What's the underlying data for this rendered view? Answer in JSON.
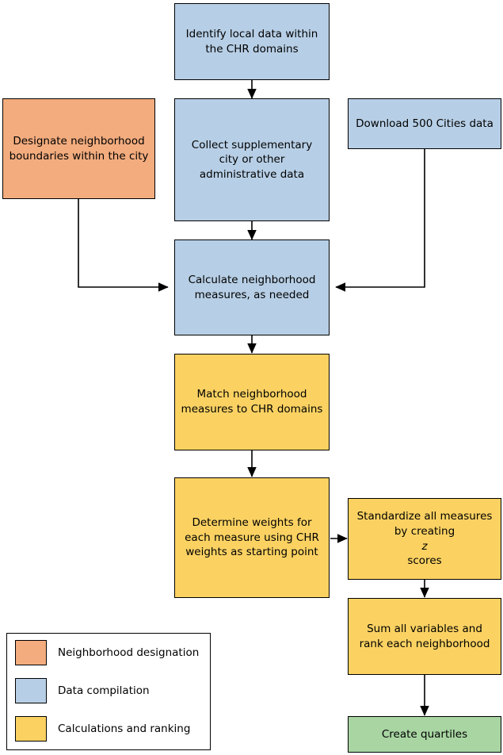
{
  "diagram": {
    "type": "flowchart",
    "colors": {
      "neighborhood_designation": "#F3AC7E",
      "data_compilation": "#B7CFE6",
      "calculations_and_ranking": "#FBD262",
      "final_output": "#A8D5A2",
      "stroke": "#000000",
      "background": "#FFFFFF"
    },
    "nodes": [
      {
        "id": "identify-local-data",
        "label": "Identify local data within the CHR domains",
        "category": "data_compilation"
      },
      {
        "id": "designate-neighborhood-boundaries",
        "label": "Designate neighborhood boundaries within the city",
        "category": "neighborhood_designation"
      },
      {
        "id": "collect-supplementary-data",
        "label": "Collect supplementary city or other administrative data",
        "category": "data_compilation"
      },
      {
        "id": "download-500-cities-data",
        "label": "Download 500 Cities data",
        "category": "data_compilation"
      },
      {
        "id": "calculate-neighborhood-measures",
        "label": "Calculate neighborhood measures, as needed",
        "category": "data_compilation"
      },
      {
        "id": "match-measures-to-chr-domains",
        "label": "Match neighborhood measures to CHR domains",
        "category": "calculations_and_ranking"
      },
      {
        "id": "determine-weights",
        "label": "Determine weights for each measure using CHR weights as starting point",
        "category": "calculations_and_ranking"
      },
      {
        "id": "standardize-measures",
        "label_parts": [
          "Standardize all measures by creating ",
          "z",
          " scores"
        ],
        "label": "Standardize all measures by creating z scores",
        "category": "calculations_and_ranking"
      },
      {
        "id": "sum-and-rank",
        "label": "Sum all variables and rank each neighborhood",
        "category": "calculations_and_ranking"
      },
      {
        "id": "create-quartiles",
        "label": "Create quartiles",
        "category": "final_output"
      }
    ],
    "edges": [
      {
        "from": "identify-local-data",
        "to": "collect-supplementary-data"
      },
      {
        "from": "collect-supplementary-data",
        "to": "calculate-neighborhood-measures"
      },
      {
        "from": "designate-neighborhood-boundaries",
        "to": "calculate-neighborhood-measures"
      },
      {
        "from": "download-500-cities-data",
        "to": "calculate-neighborhood-measures"
      },
      {
        "from": "calculate-neighborhood-measures",
        "to": "match-measures-to-chr-domains"
      },
      {
        "from": "match-measures-to-chr-domains",
        "to": "determine-weights"
      },
      {
        "from": "determine-weights",
        "to": "standardize-measures"
      },
      {
        "from": "standardize-measures",
        "to": "sum-and-rank"
      },
      {
        "from": "sum-and-rank",
        "to": "create-quartiles"
      }
    ]
  },
  "legend": {
    "items": [
      {
        "label": "Neighborhood designation",
        "color": "#F3AC7E"
      },
      {
        "label": "Data compilation",
        "color": "#B7CFE6"
      },
      {
        "label": "Calculations and ranking",
        "color": "#FBD262"
      }
    ]
  }
}
